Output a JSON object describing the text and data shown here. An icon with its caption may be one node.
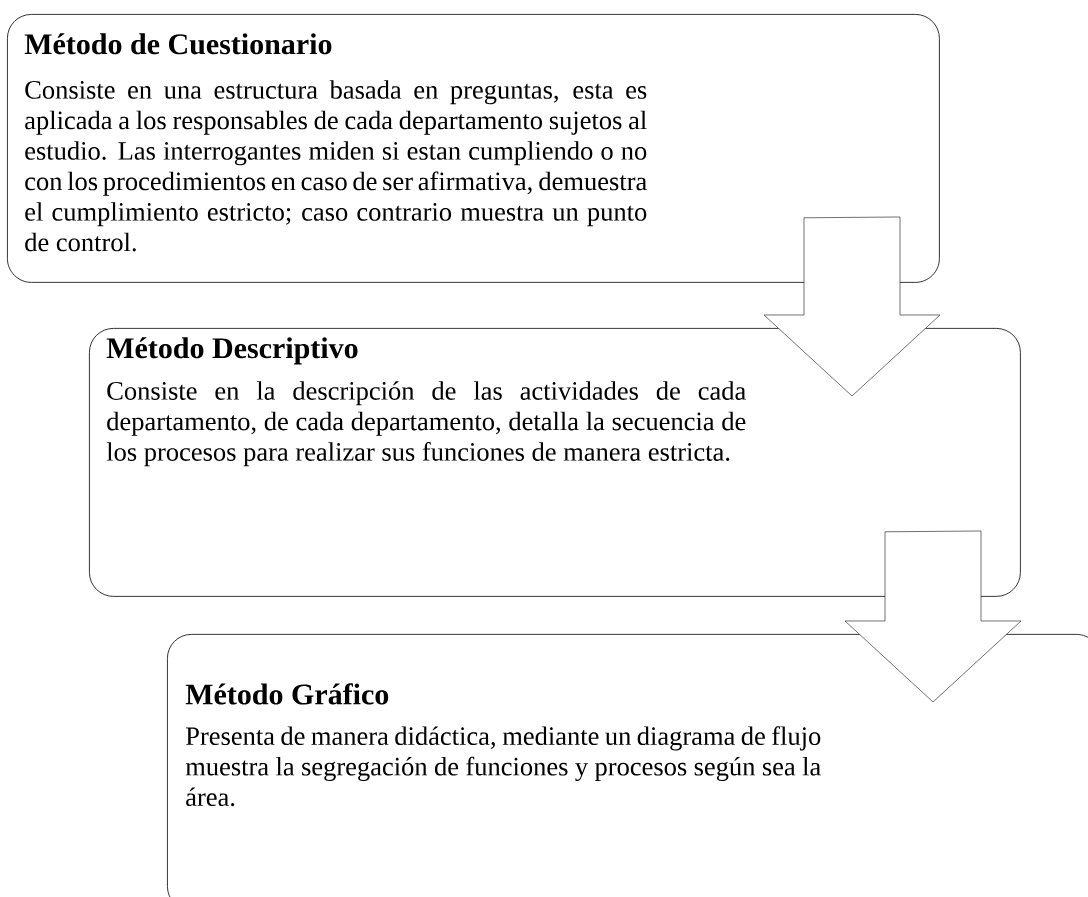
{
  "diagram": {
    "nodes": [
      {
        "text": [
          "Método de Cuestionario",
          "Consiste en una estructura basada en preguntas, esta es aplicada a los responsables de cada departamento sujetos al estudio. Las interrogantes miden si estan cumpliendo o no con los procedimientos en caso de ser afirmativa, demuestra el cumplimiento estricto; caso contrario muestra un punto de control."
        ]
      },
      {
        "text": [
          "Método Descriptivo",
          "Consiste en la descripción de las actividades de cada departamento, de cada departamento, detalla la secuencia de los procesos para realizar sus funciones de manera estricta."
        ]
      },
      {
        "text": [
          "Método Gráfico",
          "Presenta de manera didáctica, mediante un diagrama de flujo muestra la segregación de funciones y procesos según sea la área."
        ]
      }
    ],
    "edges": [
      {
        "from": 0,
        "to": 1,
        "arrow": "to"
      },
      {
        "from": 1,
        "to": 2,
        "arrow": "to"
      }
    ]
  }
}
